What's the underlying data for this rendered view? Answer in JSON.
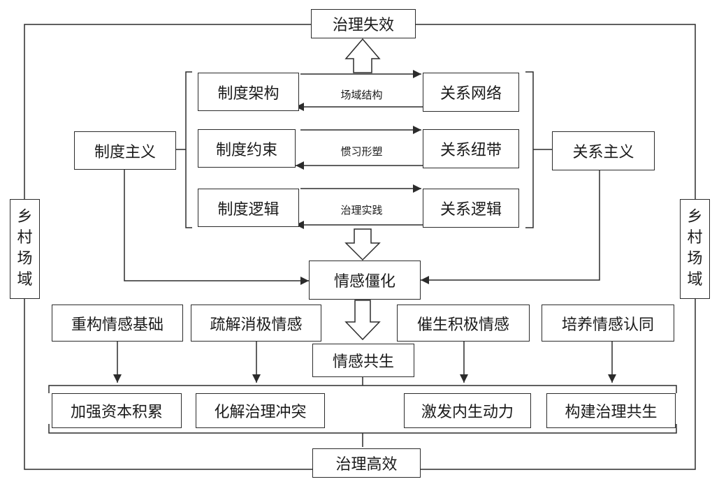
{
  "top": "治理失效",
  "bottom": "治理高效",
  "left_side": [
    "乡",
    "村",
    "场",
    "域"
  ],
  "right_side": [
    "乡",
    "村",
    "场",
    "域"
  ],
  "institutionalism": "制度主义",
  "relationalism": "关系主义",
  "institution_items": [
    "制度架构",
    "制度约束",
    "制度逻辑"
  ],
  "relation_items": [
    "关系网络",
    "关系纽带",
    "关系逻辑"
  ],
  "mechanisms": [
    "场域结构",
    "惯习形塑",
    "治理实践"
  ],
  "emotion_rigidity": "情感僵化",
  "emotion_coexist": "情感共生",
  "strategies": [
    "重构情感基础",
    "疏解消极情感",
    "催生积极情感",
    "培养情感认同"
  ],
  "outcomes": [
    "加强资本积累",
    "化解治理冲突",
    "激发内生动力",
    "构建治理共生"
  ]
}
